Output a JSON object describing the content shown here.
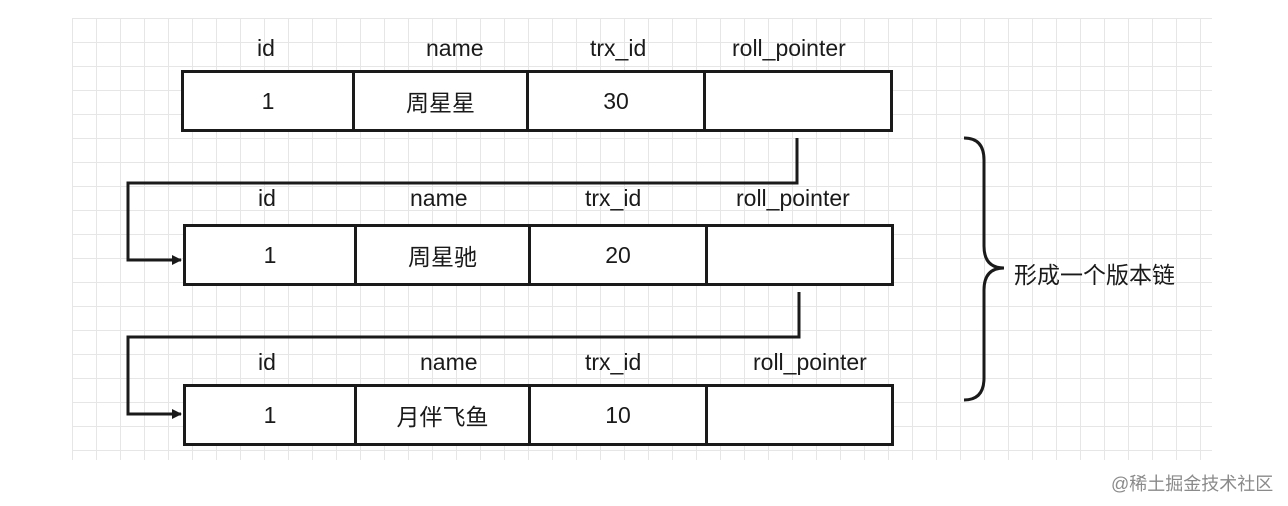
{
  "headers": {
    "id": "id",
    "name": "name",
    "trx_id": "trx_id",
    "roll_pointer": "roll_pointer"
  },
  "records": [
    {
      "id": "1",
      "name": "周星星",
      "trx_id": "30",
      "roll_pointer": ""
    },
    {
      "id": "1",
      "name": "周星驰",
      "trx_id": "20",
      "roll_pointer": ""
    },
    {
      "id": "1",
      "name": "月伴飞鱼",
      "trx_id": "10",
      "roll_pointer": ""
    }
  ],
  "brace_label": "形成一个版本链",
  "watermark": "@稀土掘金技术社区"
}
